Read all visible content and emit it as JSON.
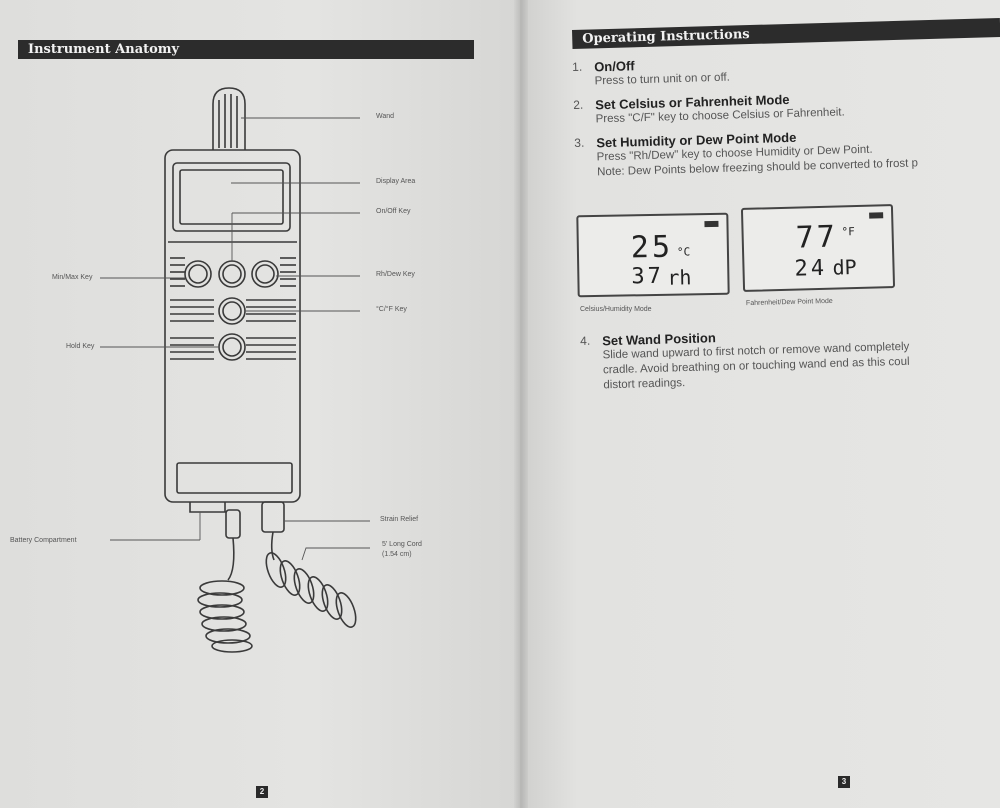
{
  "left_page": {
    "section_title": "Instrument Anatomy",
    "labels": {
      "wand": "Wand",
      "display_area": "Display Area",
      "on_off_key": "On/Off Key",
      "min_max_key": "Min/Max Key",
      "rh_dew_key": "Rh/Dew Key",
      "cf_key": "°C/°F Key",
      "hold_key": "Hold Key",
      "strain_relief": "Strain Relief",
      "battery_compartment": "Battery Compartment",
      "long_cord_line1": "5' Long Cord",
      "long_cord_line2": "(1.54 cm)"
    },
    "page_number": "2"
  },
  "right_page": {
    "section_title": "Operating Instructions",
    "steps": [
      {
        "num": "1.",
        "title": "On/Off",
        "lines": [
          "Press to turn unit on or off."
        ]
      },
      {
        "num": "2.",
        "title": "Set Celsius or Fahrenheit Mode",
        "lines": [
          "Press \"C/F\" key to choose Celsius or Fahrenheit."
        ]
      },
      {
        "num": "3.",
        "title": "Set Humidity or Dew Point Mode",
        "lines": [
          "Press \"Rh/Dew\" key to choose Humidity or Dew Point.",
          "Note: Dew Points below freezing should be converted to frost p"
        ]
      }
    ],
    "display1": {
      "temp": "25",
      "temp_unit": "°C",
      "second": "37",
      "second_unit": "rh",
      "caption": "Celsius/Humidity Mode"
    },
    "display2": {
      "temp": "77",
      "temp_unit": "°F",
      "second": "24",
      "second_unit": "dP",
      "caption": "Fahrenheit/Dew Point Mode"
    },
    "step4": {
      "num": "4.",
      "title": "Set Wand Position",
      "lines": [
        "Slide wand upward to first notch or remove wand completely",
        "cradle.  Avoid breathing on or touching wand end as this coul",
        "distort readings."
      ]
    },
    "page_number": "3"
  }
}
